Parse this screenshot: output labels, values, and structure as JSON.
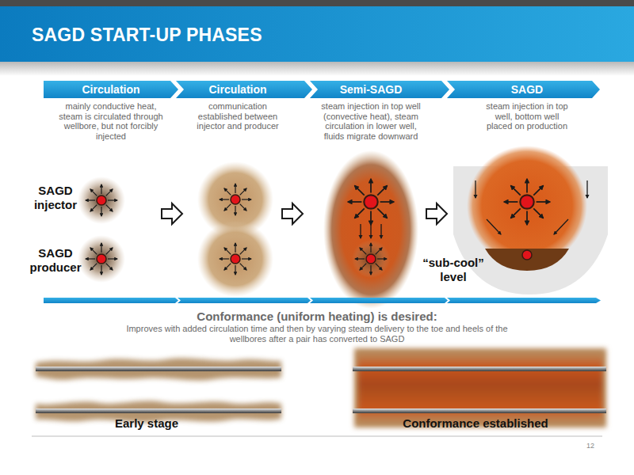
{
  "diagram": {
    "title": "SAGD START-UP PHASES",
    "nodes": [
      {
        "text": [
          "Circulation",
          "mainly conductive heat, steam is circulated through wellbore, but not forcibly injected"
        ]
      },
      {
        "text": [
          "Circulation",
          "communication established between injector and producer"
        ]
      },
      {
        "text": [
          "Semi-SAGD",
          "steam injection in top well (convective heat), steam circulation in lower well, fluids migrate downward"
        ]
      },
      {
        "text": [
          "SAGD",
          "steam injection in top well, bottom well placed on production"
        ]
      }
    ],
    "labels": [
      "SAGD injector",
      "SAGD producer",
      "“sub-cool” level",
      "Conformance (uniform heating) is desired:",
      "Improves with added circulation time and then by varying steam delivery to the toe and heels of the wellbores after a pair has converted to SAGD",
      "Early stage",
      "Conformance established",
      "12"
    ]
  }
}
